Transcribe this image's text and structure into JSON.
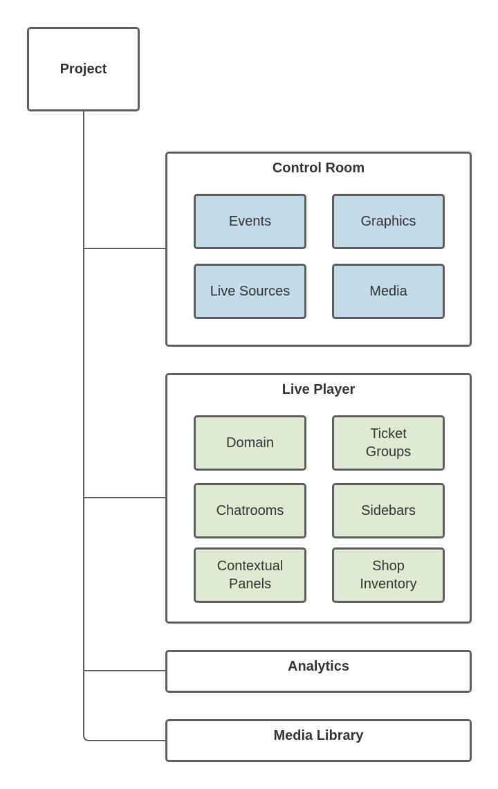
{
  "root": {
    "label": "Project"
  },
  "groups": {
    "control_room": {
      "title": "Control Room",
      "items": [
        "Events",
        "Graphics",
        "Live Sources",
        "Media"
      ]
    },
    "live_player": {
      "title": "Live Player",
      "items": [
        "Domain",
        "Ticket\nGroups",
        "Chatrooms",
        "Sidebars",
        "Contextual\nPanels",
        "Shop\nInventory"
      ]
    },
    "analytics": {
      "title": "Analytics"
    },
    "media_library": {
      "title": "Media Library"
    }
  },
  "colors": {
    "border": "#5e5e5e",
    "control_room_fill": "#c2dcea",
    "live_player_fill": "#dfead2",
    "text": "#333333"
  }
}
